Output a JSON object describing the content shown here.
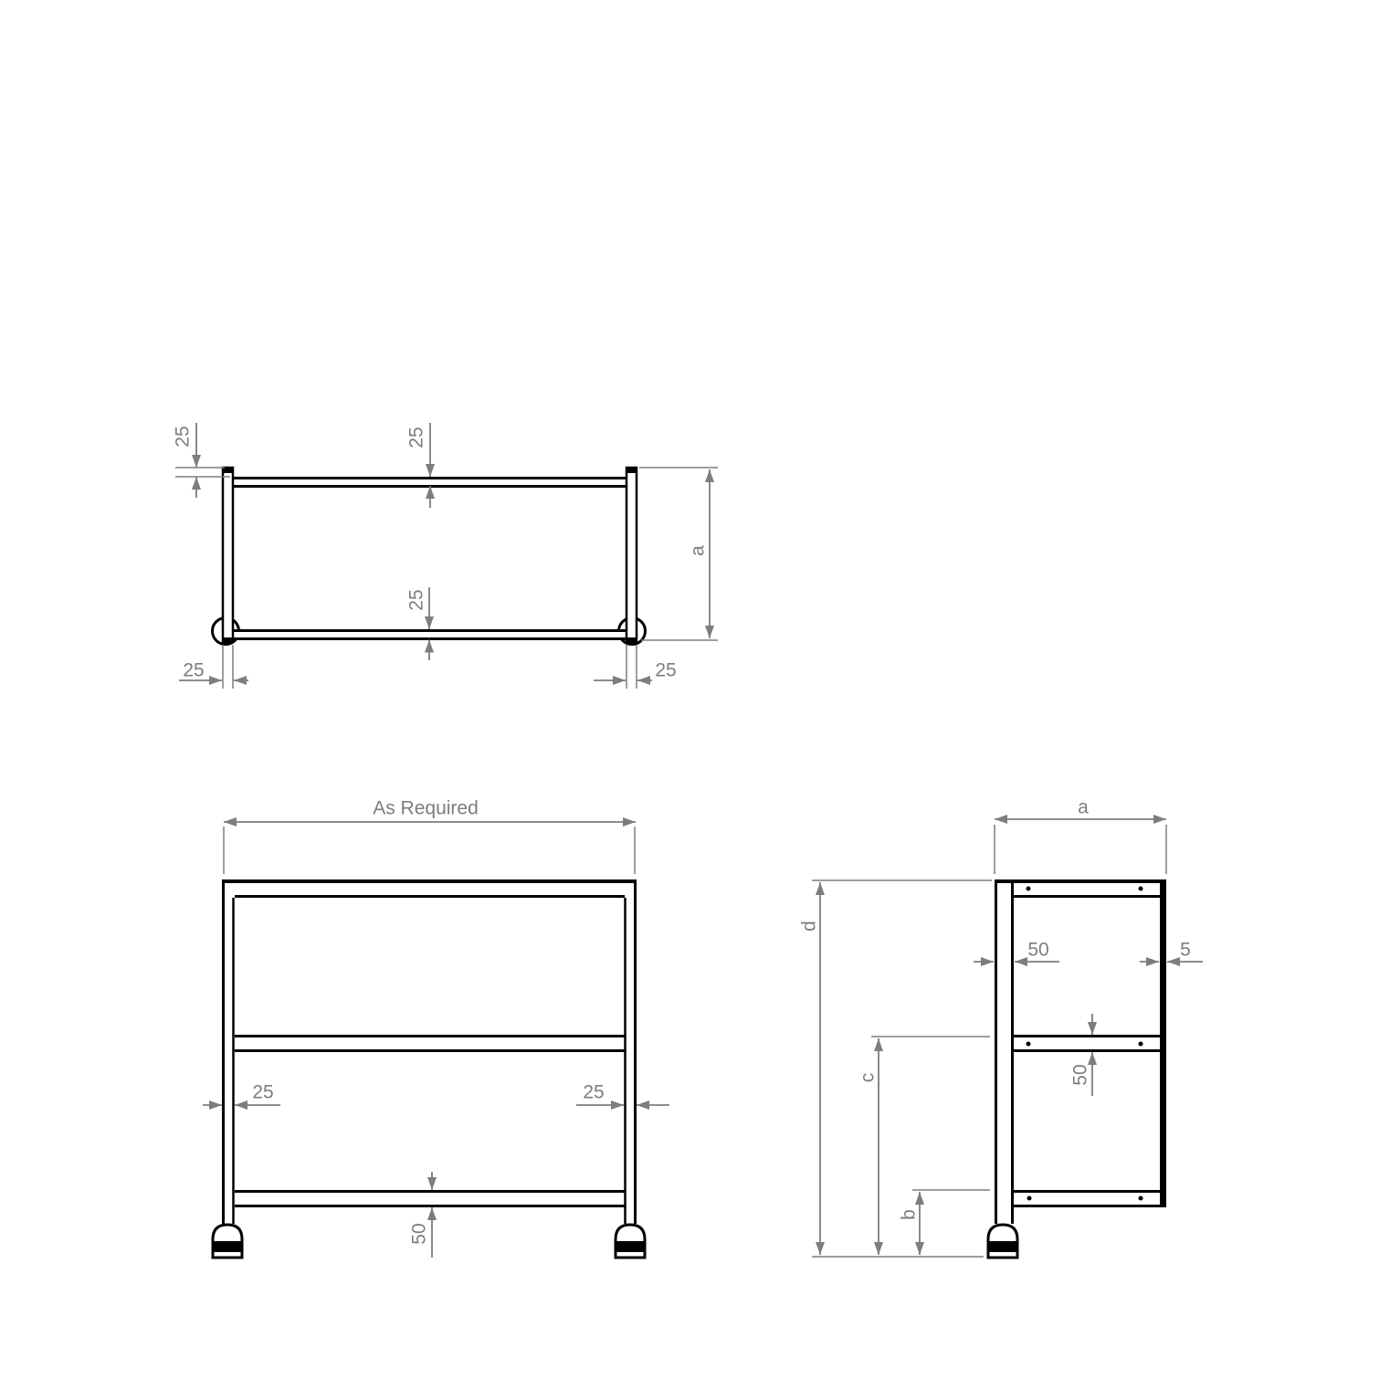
{
  "drawing": {
    "colors": {
      "background": "#ffffff",
      "line": "#000000",
      "dimension": "#7d7d7d"
    },
    "plan_view": {
      "dim_post_stickout": "25",
      "dim_top_rail_depth": "25",
      "dim_bottom_rail_depth": "25",
      "dim_depth_label": "a",
      "dim_left_post_width": "25",
      "dim_right_post_width": "25"
    },
    "front_view": {
      "dim_width": "As Required",
      "dim_left_leg_width": "25",
      "dim_right_leg_width": "25",
      "dim_bottom_rail_height": "50"
    },
    "side_view": {
      "dim_depth_label": "a",
      "dim_overall_height_label": "d",
      "dim_mid_shelf_height_label": "c",
      "dim_bottom_shelf_height_label": "b",
      "dim_leg_depth": "50",
      "dim_panel_thickness": "5",
      "dim_mid_rail_height": "50"
    }
  }
}
